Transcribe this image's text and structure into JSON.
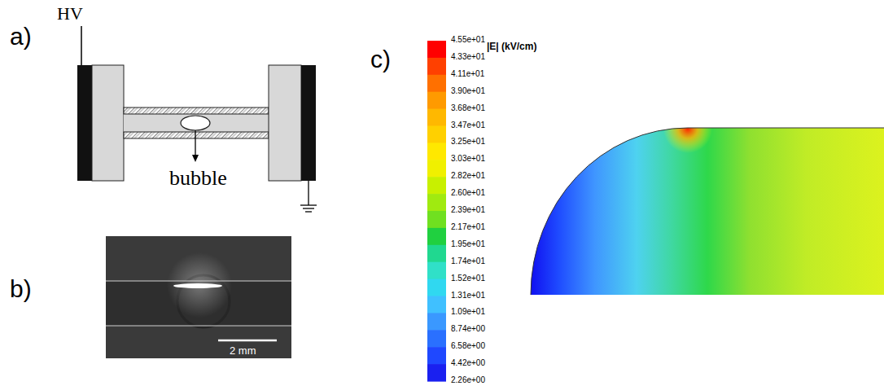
{
  "diagram": {
    "labels": [
      "a)",
      "HV",
      "bubble",
      "b)",
      "2 mm",
      "c)",
      "|E| (kV/cm)",
      "4.55e+01",
      "4.33e+01",
      "4.11e+01",
      "3.90e+01",
      "3.68e+01",
      "3.47e+01",
      "3.25e+01",
      "3.03e+01",
      "2.82e+01",
      "2.60e+01",
      "2.39e+01",
      "2.17e+01",
      "1.95e+01",
      "1.74e+01",
      "1.52e+01",
      "1.31e+01",
      "1.09e+01",
      "8.74e+00",
      "6.58e+00",
      "4.42e+00",
      "2.26e+00"
    ]
  }
}
